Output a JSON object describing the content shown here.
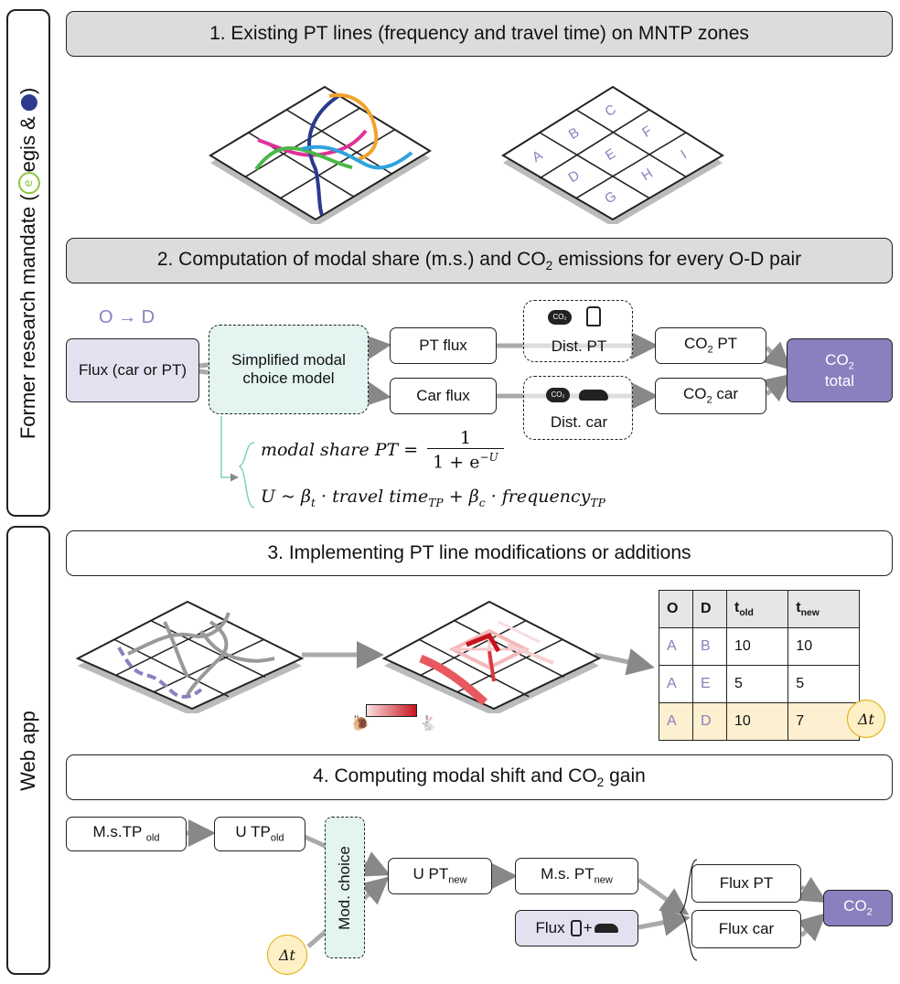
{
  "sidebar": {
    "top_label": "Former research mandate (",
    "top_amp": "egis & ",
    "top_close": ")",
    "bottom_label": "Web app"
  },
  "section1": {
    "title": "1. Existing PT lines (frequency and travel time) on MNTP zones"
  },
  "zones": [
    "A",
    "B",
    "C",
    "D",
    "E",
    "F",
    "G",
    "H",
    "I"
  ],
  "section2": {
    "title_pre": "2. Computation of modal share (m.s.) and CO",
    "title_sub": "2",
    "title_post": " emissions for every O-D pair",
    "od_label": "O → D",
    "flux_box": "Flux (car or PT)",
    "model_box": "Simplified modal choice model",
    "pt_flux": "PT flux",
    "car_flux": "Car flux",
    "dist_pt": "Dist. PT",
    "dist_car": "Dist. car",
    "co2_pt": "PT",
    "co2_car": "car",
    "co2_word": "CO",
    "co2_sub": "2",
    "co2_total": "total",
    "co2_badge": "CO₂",
    "formula1_lhs": "modal share PT =",
    "formula1_num": "1",
    "formula1_den": "1 + e",
    "formula1_exp": "−U",
    "formula2": "U ~ β",
    "formula2_t": "t",
    "formula2_mid": " · travel time",
    "formula2_tp": "TP",
    "formula2_mid2": " + β",
    "formula2_c": "c",
    "formula2_mid3": " · frequency",
    "formula2_tp2": "TP"
  },
  "section3": {
    "title": "3. Implementing PT line modifications or additions",
    "table": {
      "headers": [
        "O",
        "D",
        "t",
        "t"
      ],
      "header_subs": [
        "",
        "",
        "old",
        "new"
      ],
      "rows": [
        [
          "A",
          "B",
          "10",
          "10"
        ],
        [
          "A",
          "E",
          "5",
          "5"
        ],
        [
          "A",
          "D",
          "10",
          "7"
        ]
      ]
    },
    "delta_t": "Δt"
  },
  "section4": {
    "title_pre": "4. Computing modal shift and CO",
    "title_sub": "2",
    "title_post": " gain",
    "ms_tp_old": "M.s.TP",
    "ms_tp_old_sub": "old",
    "u_tp_old": "U TP",
    "u_tp_old_sub": "old",
    "mod_choice": "Mod. choice",
    "u_pt_new": "U PT",
    "u_pt_new_sub": "new",
    "ms_pt_new": "M.s. PT",
    "ms_pt_new_sub": "new",
    "flux_pt": "Flux PT",
    "flux_car": "Flux car",
    "flux_combo": "Flux",
    "co2": "CO",
    "co2_sub": "2",
    "delta_t": "Δt"
  },
  "colors": {
    "purple": "#8b7fbf",
    "lavender": "#e4e0f0",
    "teal_bg": "#e3f4f1",
    "highlight_row": "#fdf0d0",
    "pt_lines": [
      "#e0319a",
      "#2b3a8f",
      "#f2a229",
      "#4bb748",
      "#2ea3dd"
    ]
  }
}
